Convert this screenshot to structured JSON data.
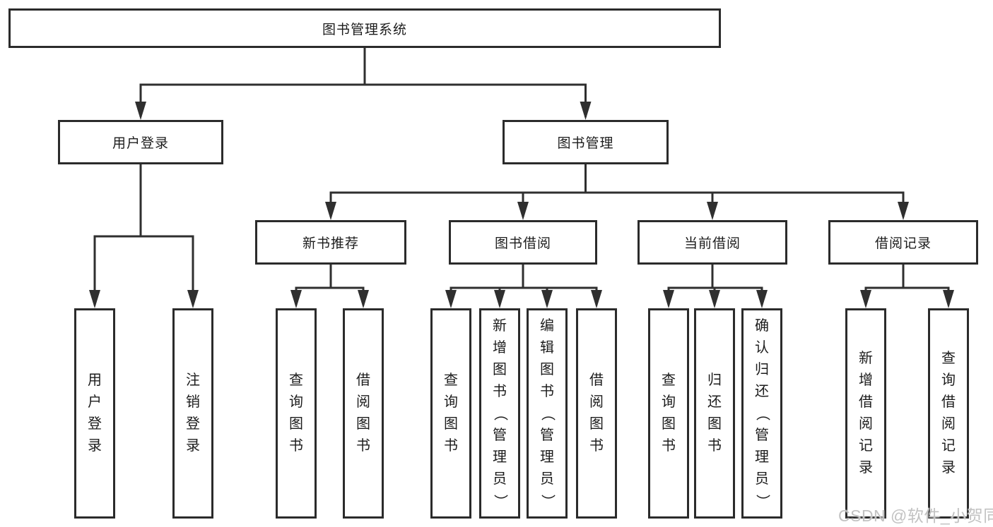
{
  "tree": {
    "label": "图书管理系统",
    "children": [
      {
        "label": "用户登录",
        "children": [
          {
            "label": "用户登录"
          },
          {
            "label": "注销登录"
          }
        ]
      },
      {
        "label": "图书管理",
        "children": [
          {
            "label": "新书推荐",
            "children": [
              {
                "label": "查询图书"
              },
              {
                "label": "借阅图书"
              }
            ]
          },
          {
            "label": "图书借阅",
            "children": [
              {
                "label": "查询图书"
              },
              {
                "label": "新增图书（管理员）"
              },
              {
                "label": "编辑图书（管理员）"
              },
              {
                "label": "借阅图书"
              }
            ]
          },
          {
            "label": "当前借阅",
            "children": [
              {
                "label": "查询图书"
              },
              {
                "label": "归还图书"
              },
              {
                "label": "确认归还（管理员）"
              }
            ]
          },
          {
            "label": "借阅记录",
            "children": [
              {
                "label": "新增借阅记录"
              },
              {
                "label": "查询借阅记录"
              }
            ]
          }
        ]
      }
    ]
  },
  "watermark": "CSDN @软件_小贺同学",
  "colors": {
    "line": "#2f2f2f",
    "box_border": "#2b2b2b",
    "text": "#1c1c1c",
    "watermark": "#c2c2c2",
    "background": "#ffffff"
  }
}
